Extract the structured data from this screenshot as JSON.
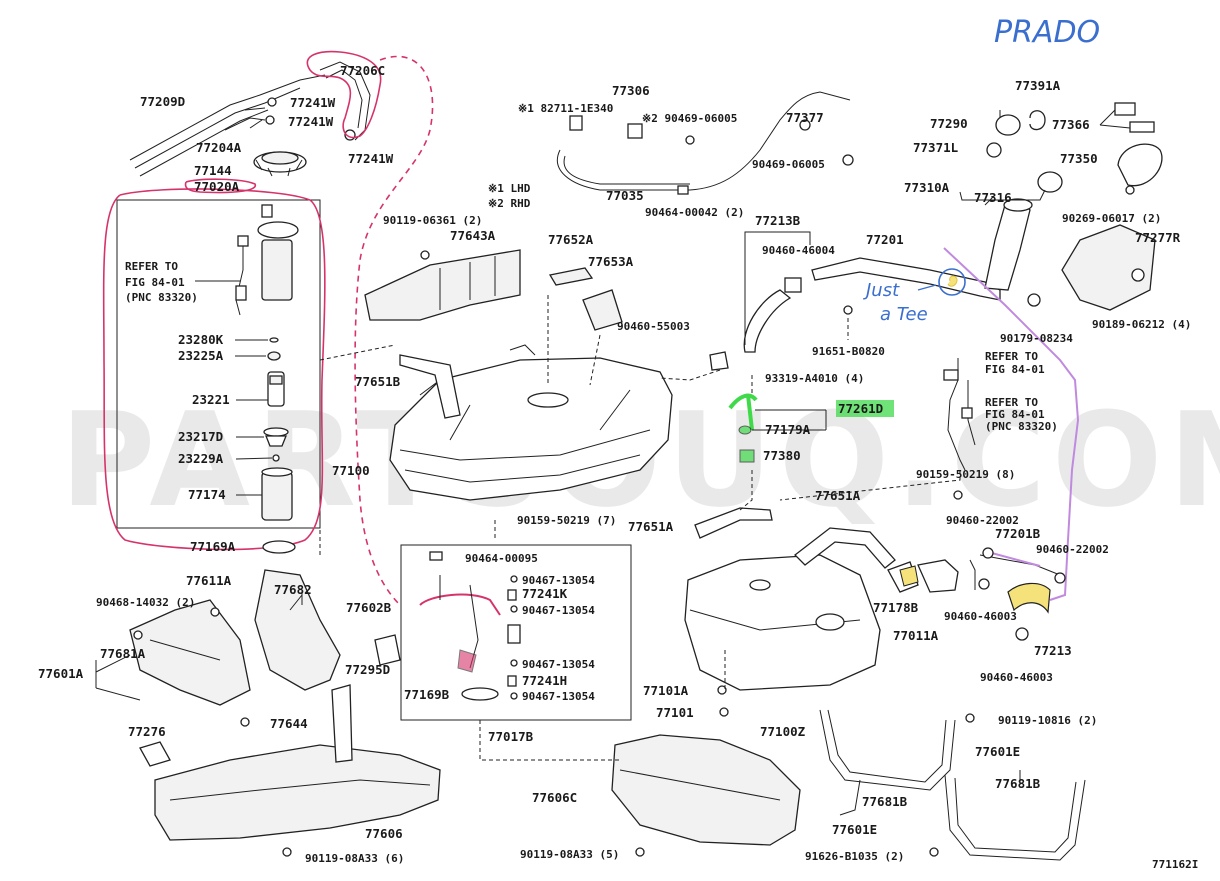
{
  "annotations": {
    "model": "PRADO",
    "just_a_tee_1": "Just",
    "just_a_tee_2": "a Tee"
  },
  "watermark": "PARTSOUQ.COM",
  "legend": {
    "lhd": "※1 LHD",
    "rhd": "※2 RHD"
  },
  "refer": {
    "fig_left_1": "REFER TO",
    "fig_left_2": "FIG 84-01",
    "fig_left_3": "(PNC 83320)",
    "fig_right_a1": "REFER TO",
    "fig_right_a2": "FIG 84-01",
    "fig_right_b1": "REFER TO",
    "fig_right_b2": "FIG 84-01",
    "fig_right_b3": "(PNC 83320)"
  },
  "figure_id": "771162I",
  "labels": {
    "l77209D": "77209D",
    "l77206C": "77206C",
    "l77241W_1": "77241W",
    "l77241W_2": "77241W",
    "l77241W_3": "77241W",
    "l77204A": "77204A",
    "l77144": "77144",
    "l77020A": "77020A",
    "l23280K": "23280K",
    "l23225A": "23225A",
    "l23221": "23221",
    "l23217D": "23217D",
    "l23229A": "23229A",
    "l77174": "77174",
    "l77169A": "77169A",
    "l77306": "77306",
    "l182711": "※1 82711-1E340",
    "l290469": "※2 90469-06005",
    "l77377": "77377",
    "l90469b": "90469-06005",
    "l77035": "77035",
    "l90464_00042": "90464-00042 (2)",
    "l90119_06361": "90119-06361 (2)",
    "l77643A": "77643A",
    "l77652A": "77652A",
    "l77653A": "77653A",
    "l77213B": "77213B",
    "l90460_46004": "90460-46004",
    "l77201": "77201",
    "l90460_55003": "90460-55003",
    "l91651": "91651-B0820",
    "l77651B": "77651B",
    "l93319": "93319-A4010 (4)",
    "l77261D": "77261D",
    "l77179A": "77179A",
    "l77380": "77380",
    "l77100": "77100",
    "l90159_50219_8": "90159-50219 (8)",
    "l77651A_1": "77651A",
    "l77651A_2": "77651A",
    "l90159_50219_7": "90159-50219 (7)",
    "l90464_00095": "90464-00095",
    "l90467_13054_1": "90467-13054",
    "l77241K": "77241K",
    "l90467_13054_2": "90467-13054",
    "l90467_13054_3": "90467-13054",
    "l77241H": "77241H",
    "l90467_13054_4": "90467-13054",
    "l77169B": "77169B",
    "l77017B": "77017B",
    "l77611A": "77611A",
    "l90468": "90468-14032 (2)",
    "l77682": "77682",
    "l77602B": "77602B",
    "l77681A": "77681A",
    "l77601A": "77601A",
    "l77295D": "77295D",
    "l77644": "77644",
    "l77276": "77276",
    "l77606": "77606",
    "l90119_08A33_6": "90119-08A33 (6)",
    "l77606C": "77606C",
    "l90119_08A33_5": "90119-08A33 (5)",
    "l77101A": "77101A",
    "l77101": "77101",
    "l77100Z": "77100Z",
    "l90460_22002_1": "90460-22002",
    "l77201B": "77201B",
    "l90460_22002_2": "90460-22002",
    "l77178B": "77178B",
    "l90460_46003_1": "90460-46003",
    "l77011A": "77011A",
    "l77213": "77213",
    "l90460_46003_2": "90460-46003",
    "l90119_10816": "90119-10816 (2)",
    "l77681B_1": "77681B",
    "l77601E_1": "77601E",
    "l77601E_2": "77601E",
    "l77681B_2": "77681B",
    "l91626": "91626-B1035 (2)",
    "l77391A": "77391A",
    "l77290": "77290",
    "l77366": "77366",
    "l77371L": "77371L",
    "l77350": "77350",
    "l77310A": "77310A",
    "l77316": "77316",
    "l90269": "90269-06017 (2)",
    "l77277R": "77277R",
    "l90179": "90179-08234",
    "l90189": "90189-06212 (4)"
  },
  "colors": {
    "ink": "#222222",
    "pink_annotation": "#d6336c",
    "purple_annotation": "#c08adf",
    "blue_annotation": "#3b6fcf",
    "green_highlight": "#3fd94a",
    "yellow_highlight": "#f5e27a"
  }
}
